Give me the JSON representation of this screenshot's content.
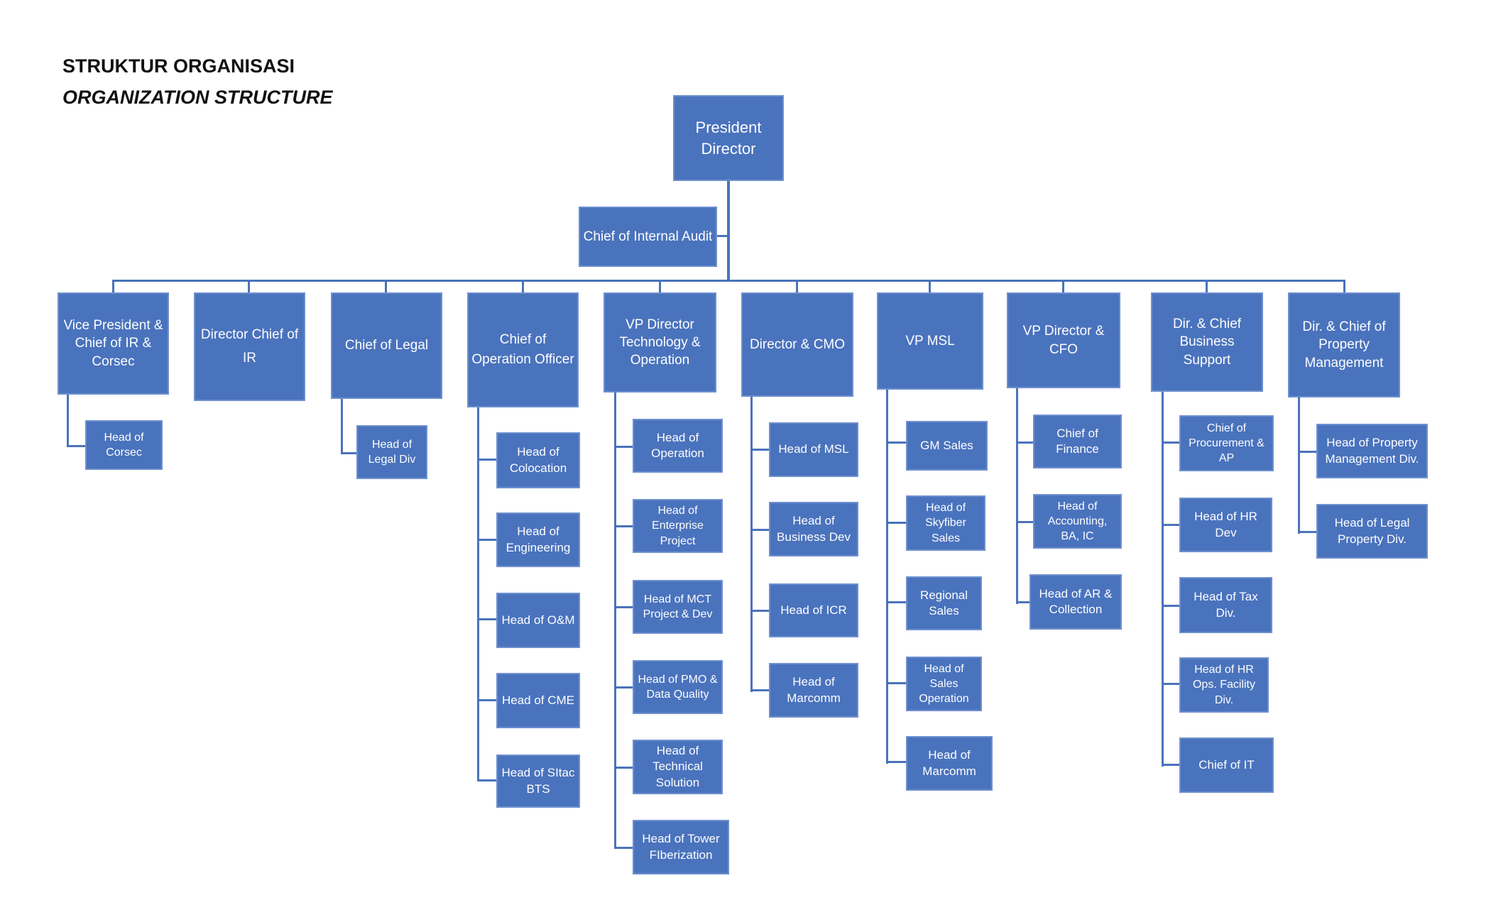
{
  "title": {
    "line1": "STRUKTUR ORGANISASI",
    "line2": "ORGANIZATION STRUCTURE"
  },
  "colors": {
    "box_fill": "#4a73bd",
    "box_border": "#6e90cf",
    "connector": "#4a73ba",
    "box_text": "#fdfdfe",
    "title_text": "#111111",
    "background": "#ffffff"
  },
  "root": {
    "label": "President Director"
  },
  "staff": {
    "label": "Chief of Internal Audit"
  },
  "branches": [
    {
      "label": "Vice President & Chief of IR & Corsec",
      "children": [
        "Head of Corsec"
      ]
    },
    {
      "label": "Director Chief of IR",
      "children": []
    },
    {
      "label": "Chief of Legal",
      "children": [
        "Head of Legal Div"
      ]
    },
    {
      "label": "Chief of Operation Officer",
      "children": [
        "Head of Colocation",
        "Head of Engineering",
        "Head of O&M",
        "Head of CME",
        "Head of SItac BTS"
      ]
    },
    {
      "label": "VP Director Technology & Operation",
      "children": [
        "Head of Operation",
        "Head of Enterprise Project",
        "Head of MCT Project & Dev",
        "Head of PMO & Data Quality",
        "Head of Technical Solution",
        "Head of Tower FIberization"
      ]
    },
    {
      "label": "Director & CMO",
      "children": [
        "Head of MSL",
        "Head of Business Dev",
        "Head of ICR",
        "Head of Marcomm"
      ]
    },
    {
      "label": "VP MSL",
      "children": [
        "GM Sales",
        "Head of Skyfiber Sales",
        "Regional Sales",
        "Head of Sales Operation",
        "Head of Marcomm"
      ]
    },
    {
      "label": "VP Director & CFO",
      "children": [
        "Chief of Finance",
        "Head of Accounting, BA, IC",
        "Head of AR & Collection"
      ]
    },
    {
      "label": "Dir. & Chief Business Support",
      "children": [
        "Chief of Procurement & AP",
        "Head of HR Dev",
        "Head of Tax Div.",
        "Head of HR Ops. Facility Div.",
        "Chief of IT"
      ]
    },
    {
      "label": "Dir. & Chief of Property Management",
      "children": [
        "Head of Property Management Div.",
        "Head of Legal Property Div."
      ]
    }
  ]
}
